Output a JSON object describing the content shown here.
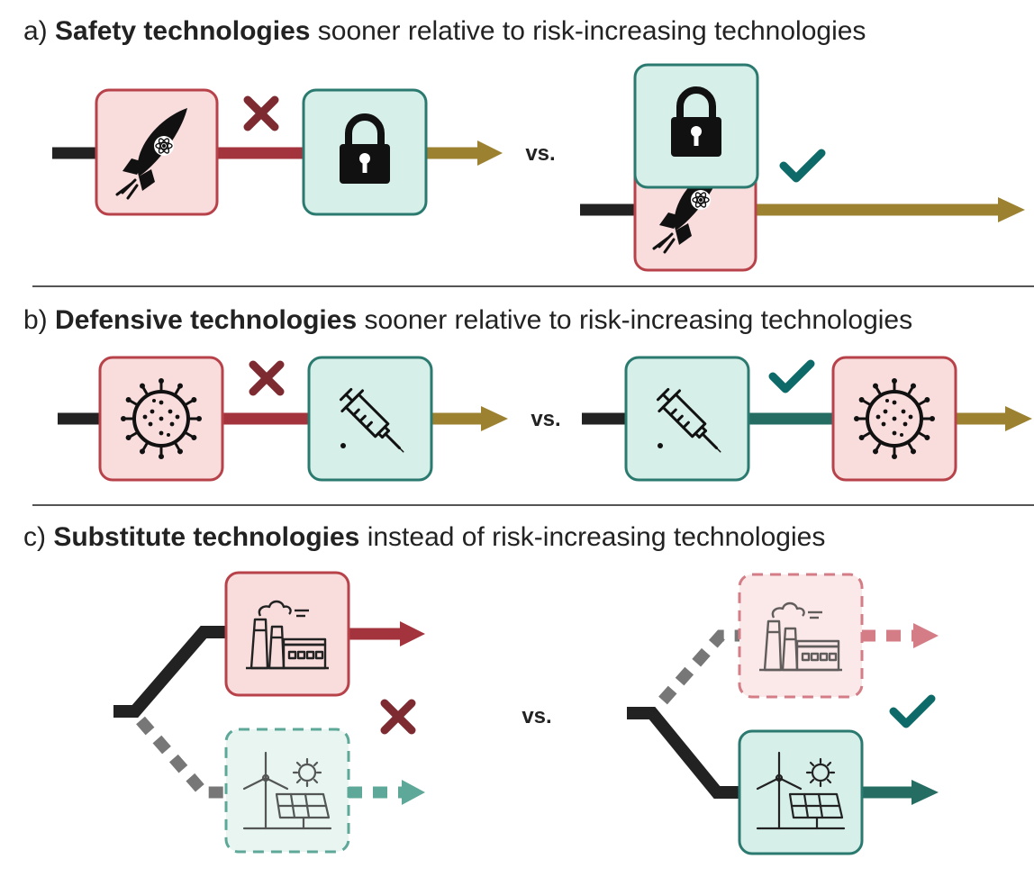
{
  "sections": {
    "a": {
      "prefix": "a)",
      "bold": "Safety technologies",
      "rest": " sooner relative to risk-increasing technologies"
    },
    "b": {
      "prefix": "b)",
      "bold": "Defensive technologies",
      "rest": " sooner relative to risk-increasing technologies"
    },
    "c": {
      "prefix": "c)",
      "bold": "Substitute technologies",
      "rest": " instead of risk-increasing technologies"
    }
  },
  "vs_label": "vs.",
  "icons": {
    "risk": [
      "rocket-icon",
      "virus-icon",
      "factory-icon"
    ],
    "safety": [
      "lock-icon",
      "syringe-icon",
      "wind-solar-icon"
    ],
    "bad": "cross-icon",
    "good": "check-icon"
  },
  "colors": {
    "risk_fill": "#f9dcdc",
    "risk_stroke": "#b8424a",
    "safe_fill": "#d6efe9",
    "safe_stroke": "#2b7a6f",
    "gold": "#9c8230",
    "red_line": "#a3333d",
    "teal_line": "#256c63",
    "dark": "#222222",
    "cross": "#7d2a30",
    "check": "#0e6a68"
  }
}
